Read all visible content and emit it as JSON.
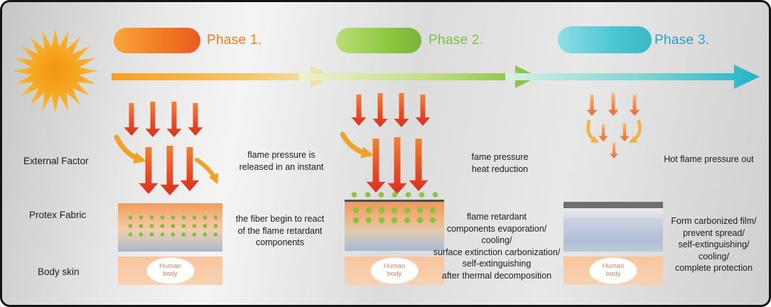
{
  "icons": {
    "sun": "sun-icon",
    "flame_arrows": "flame-arrow-icons",
    "deflect_arrows": "deflect-arrow-icon",
    "timeline": "timeline-arrow-icon"
  },
  "colors": {
    "phase1_accent": "#f17c20",
    "phase2_accent": "#7cbf3f",
    "phase3_accent": "#2f9dc9",
    "flame_red": "#e04327",
    "deflect_yellow": "#efa227",
    "dot_green": "#86c43d",
    "skin": "#f7c59d",
    "carbon_gray": "#6f6f6f"
  },
  "timeline": {
    "phases": [
      {
        "label": "Phase 1.",
        "pill_from": "#f9a63a",
        "pill_to": "#ec5a22",
        "text_color": "#f17c20"
      },
      {
        "label": "Phase 2.",
        "pill_from": "#b9dd7a",
        "pill_to": "#7ab33a",
        "text_color": "#7cbf3f"
      },
      {
        "label": "Phase 3.",
        "pill_from": "#8fdde4",
        "pill_to": "#3bb8c6",
        "text_color": "#2f9dc9"
      }
    ]
  },
  "row_labels": [
    "External Factor",
    "Protex Fabric",
    "Body skin"
  ],
  "panels": [
    {
      "external_text": "flame pressure is\nreleased in an instant",
      "fabric_text": "the fiber begin to react\nof the flame retardant\ncomponents",
      "body_label": "Human\nbody"
    },
    {
      "external_text": "fame pressure\nheat reduction",
      "fabric_text": "flame retardant\ncomponents evaporation/\ncooling/\nsurface extinction carbonization/\nself-extinguishing\nafter thermal decomposition",
      "body_label": "Human\nbody"
    },
    {
      "external_text": "Hot flame pressure out",
      "fabric_text": "Form carbonized film/\nprevent spread/\nself-extinguishing/\ncooling/\ncomplete protection",
      "body_label": "Human\nbody"
    }
  ]
}
